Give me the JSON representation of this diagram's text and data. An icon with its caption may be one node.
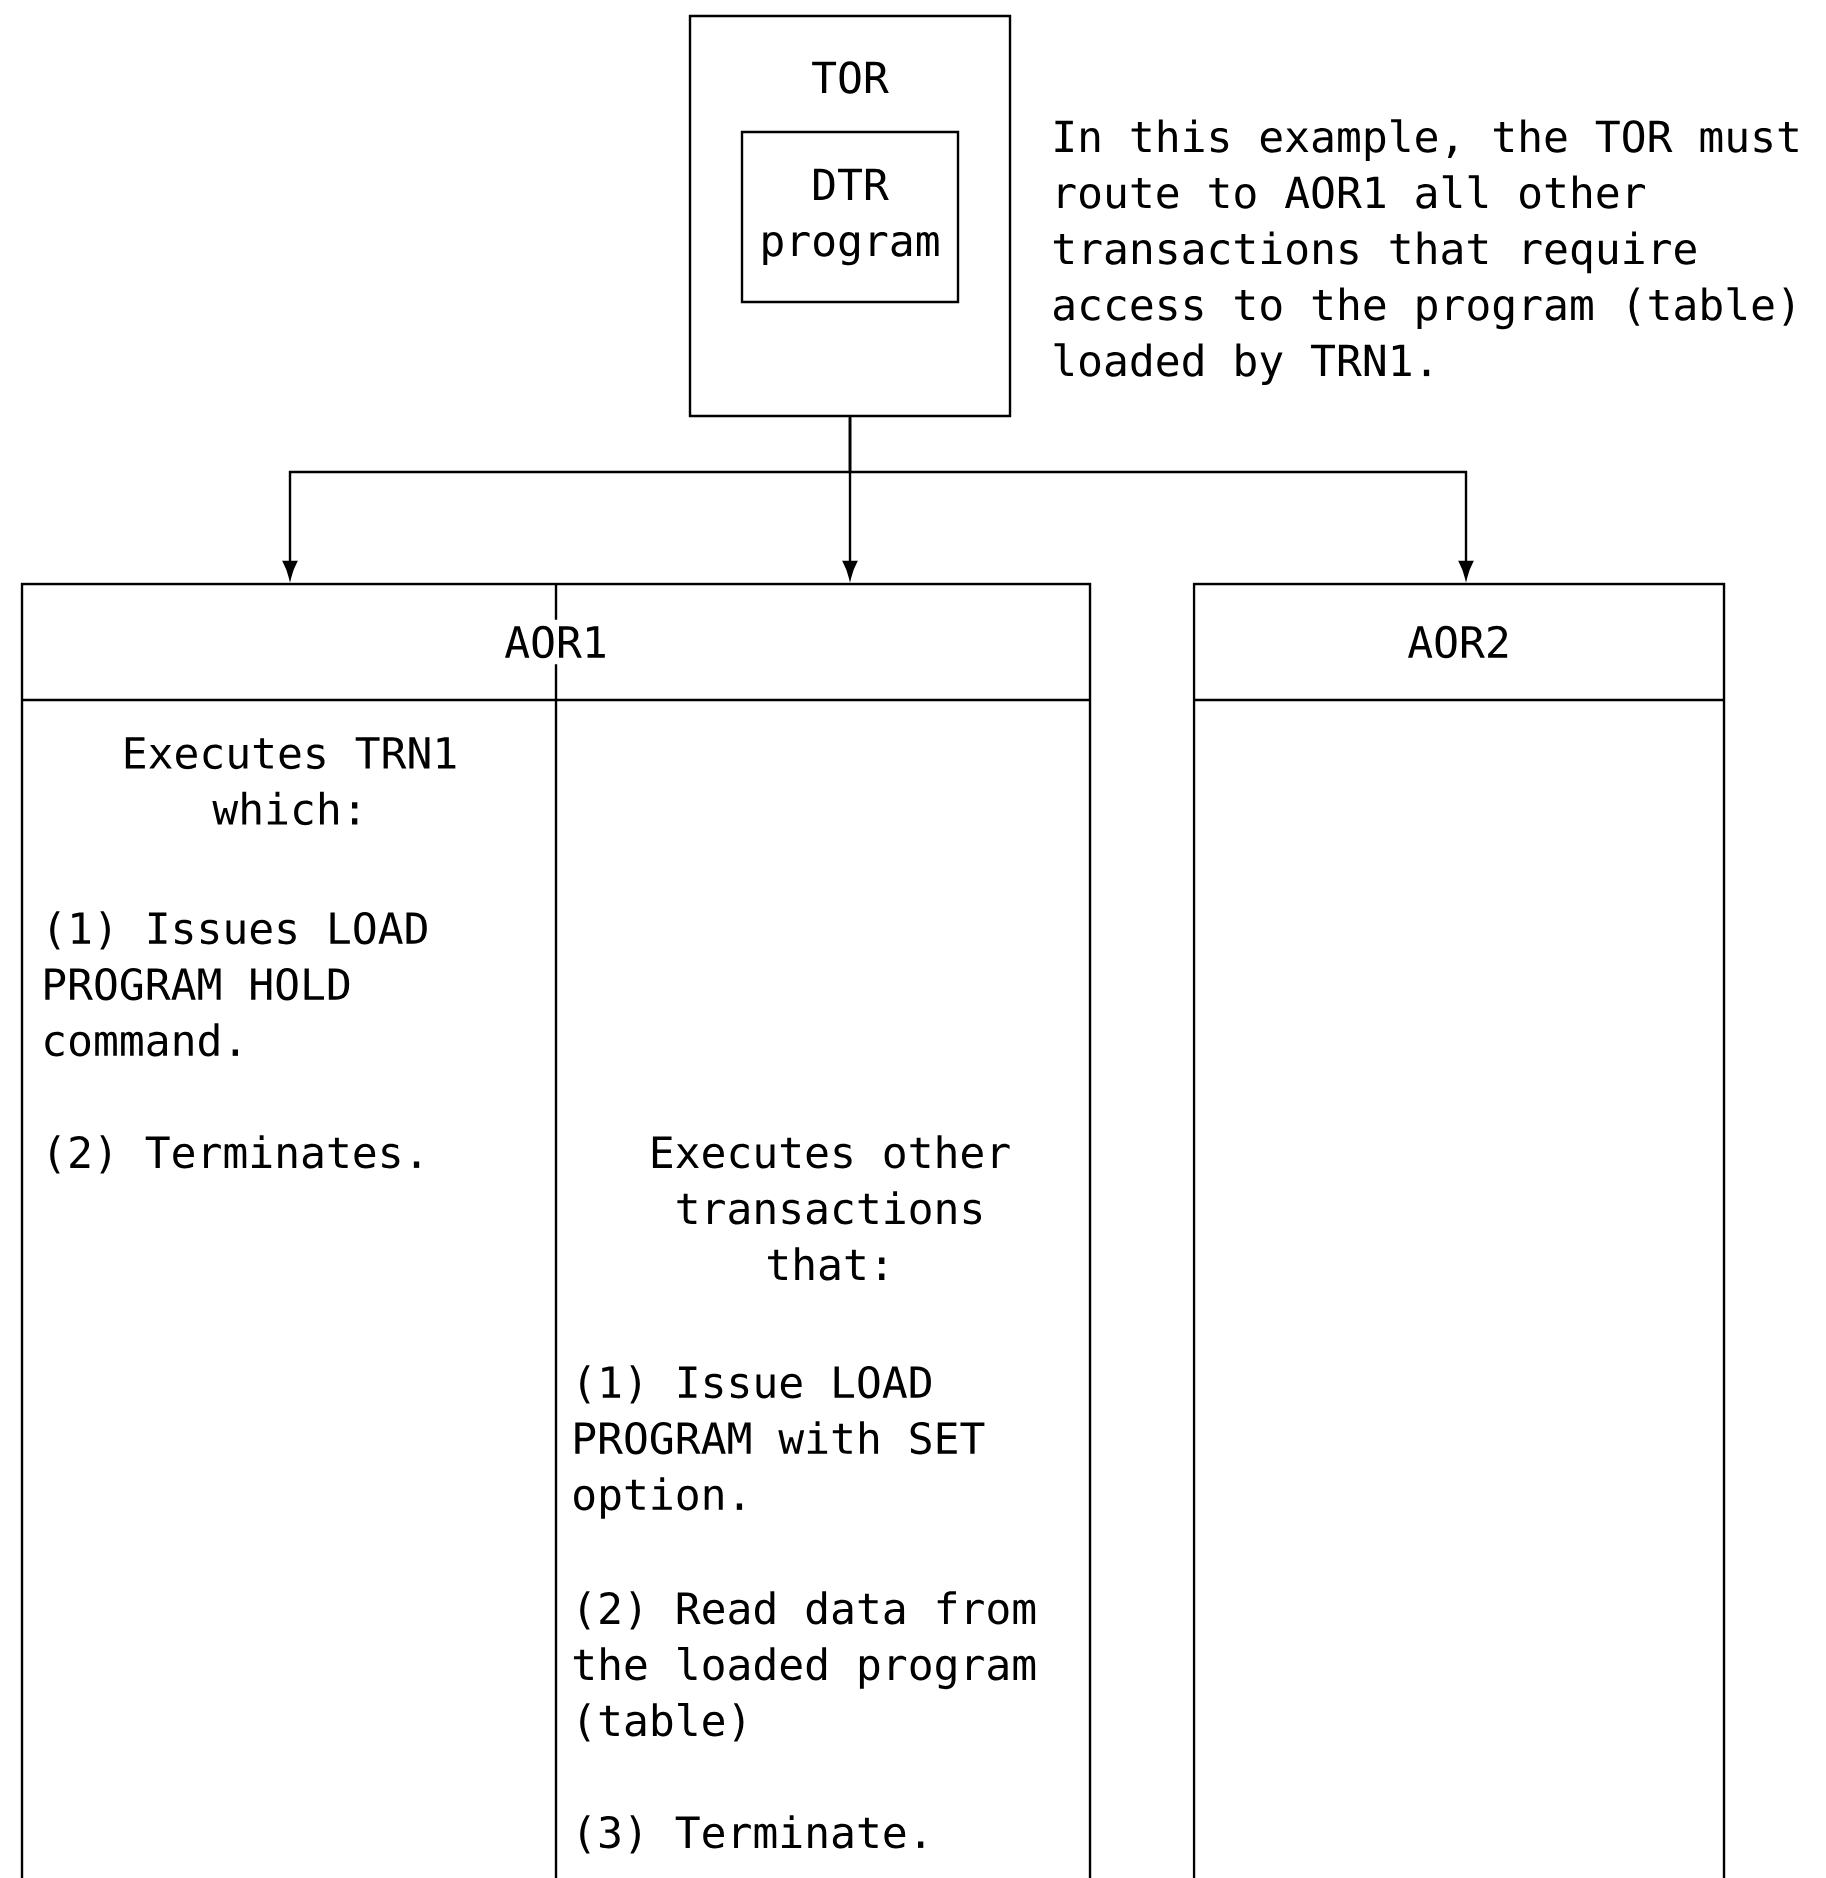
{
  "diagram": {
    "nodes": [
      {
        "text": [
          "TOR"
        ]
      },
      {
        "text": [
          "DTR program"
        ],
        "in": 0
      },
      {
        "text": [
          "AOR1"
        ]
      },
      {
        "text": [
          "Executes TRN1 which:",
          "(1) Issues LOAD PROGRAM HOLD command.",
          "(2) Terminates."
        ],
        "in": 2
      },
      {
        "text": [
          "Executes other transactions that:",
          "(1) Issue LOAD PROGRAM with SET option.",
          "(2) Read data from the loaded program (table)",
          "(3) Terminate."
        ],
        "in": 2
      },
      {
        "text": [
          "AOR2"
        ]
      }
    ],
    "edges": [
      {
        "from": 0,
        "to": 2,
        "arrow": "to"
      },
      {
        "from": 0,
        "to": 2,
        "arrow": "to"
      },
      {
        "from": 0,
        "to": 5,
        "arrow": "to"
      }
    ],
    "labels": [
      "In this example, the TOR must route to AOR1 all other transactions that require access to the program (table) loaded by TRN1."
    ]
  }
}
